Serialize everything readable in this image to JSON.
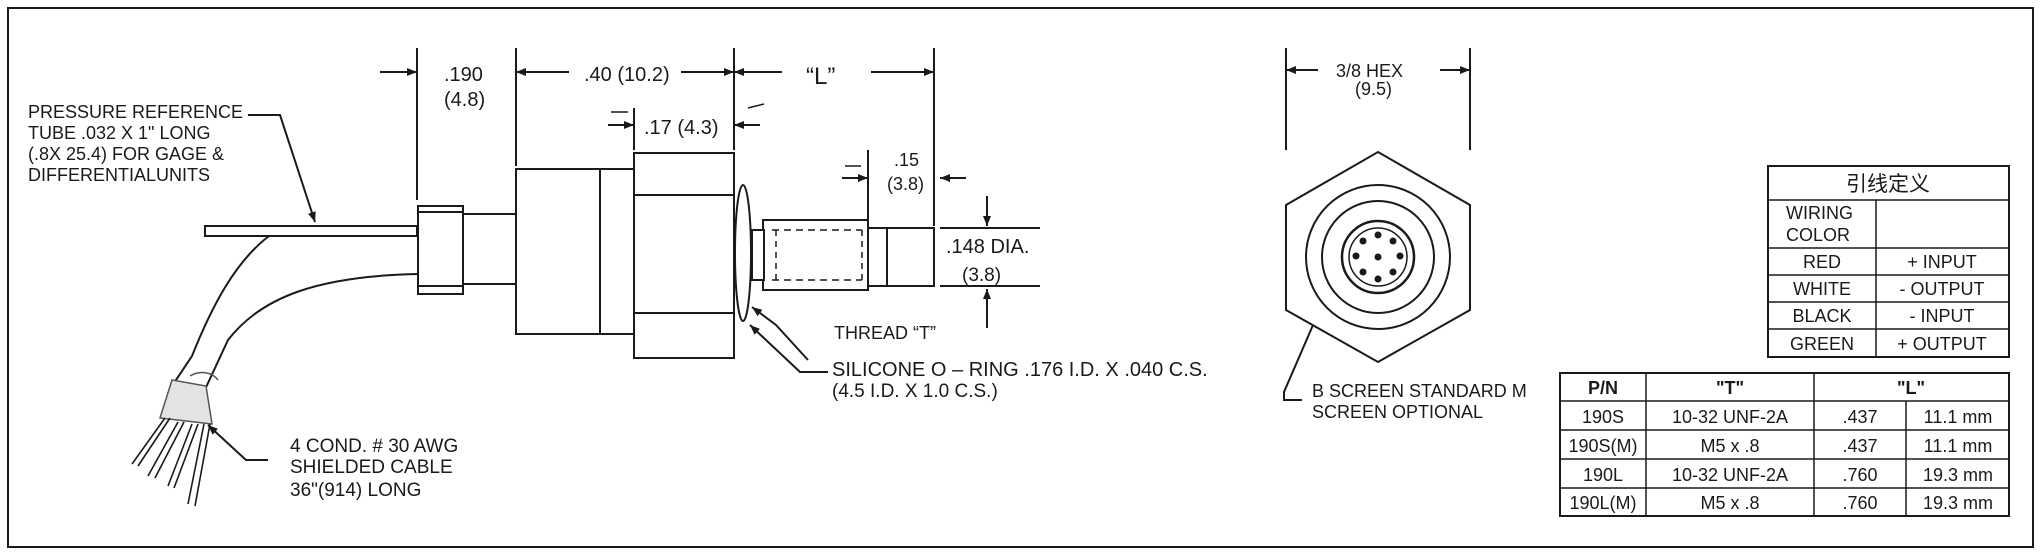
{
  "annotations": {
    "pressure_ref_line1": "PRESSURE REFERENCE",
    "pressure_ref_line2": "TUBE .032 X 1\" LONG",
    "pressure_ref_line3": "(.8X 25.4) FOR GAGE &",
    "pressure_ref_line4": "DIFFERENTIALUNITS",
    "cable_line1": "4 COND. # 30 AWG",
    "cable_line2": "SHIELDED CABLE",
    "cable_line3": "36\"(914) LONG",
    "oring_line1": "SILICONE O – RING .176 I.D. X .040 C.S.",
    "oring_line2": "(4.5 I.D. X 1.0 C.S.)",
    "thread": "THREAD “T”",
    "screen_line1": "B SCREEN STANDARD M",
    "screen_line2": "SCREEN OPTIONAL"
  },
  "dimensions": {
    "d190": ".190",
    "d190_mm": "(4.8)",
    "d40": ".40 (10.2)",
    "dL": "“L”",
    "d17": ".17 (4.3)",
    "d15": ".15",
    "d15_mm": "(3.8)",
    "dia": ".148 DIA.",
    "dia_mm": "(3.8)",
    "hex": "3/8 HEX",
    "hex_mm": "(9.5)"
  },
  "wiring_table": {
    "title": "引线定义",
    "header_line1": "WIRING",
    "header_line2": "COLOR",
    "rows": [
      {
        "color": "RED",
        "func": "+ INPUT"
      },
      {
        "color": "WHITE",
        "func": "- OUTPUT"
      },
      {
        "color": "BLACK",
        "func": "- INPUT"
      },
      {
        "color": "GREEN",
        "func": "+ OUTPUT"
      }
    ]
  },
  "pn_table": {
    "headers": [
      "P/N",
      "\"T\"",
      "\"L\""
    ],
    "rows": [
      {
        "pn": "190S",
        "t": "10-32 UNF-2A",
        "l_in": ".437",
        "l_mm": "11.1 mm"
      },
      {
        "pn": "190S(M)",
        "t": "M5 x .8",
        "l_in": ".437",
        "l_mm": "11.1 mm"
      },
      {
        "pn": "190L",
        "t": "10-32 UNF-2A",
        "l_in": ".760",
        "l_mm": "19.3 mm"
      },
      {
        "pn": "190L(M)",
        "t": "M5 x .8",
        "l_in": ".760",
        "l_mm": "19.3 mm"
      }
    ]
  }
}
